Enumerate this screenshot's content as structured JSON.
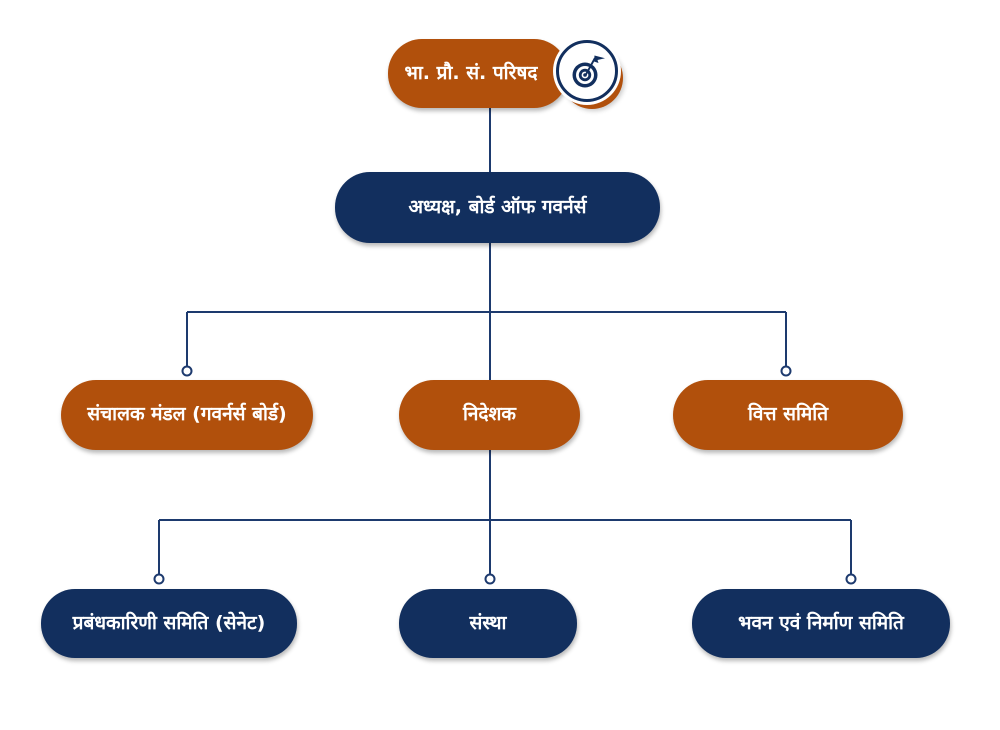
{
  "colors": {
    "orange": "#b1500c",
    "navy": "#122f5e",
    "connector_line": "#1d3a6e",
    "background": "#ffffff",
    "label_text": "#ffffff"
  },
  "icons": {
    "badge": "target-flag-icon"
  },
  "org_chart": {
    "type": "organization-chart",
    "root": {
      "label": "भा. प्रौ. सं. परिषद"
    },
    "level2": {
      "label": "अध्यक्ष, बोर्ड ऑफ गवर्नर्स"
    },
    "level3": [
      {
        "label": "संचालक मंडल (गवर्नर्स बोर्ड)"
      },
      {
        "label": "निदेशक"
      },
      {
        "label": "वित्त समिति"
      }
    ],
    "level4": [
      {
        "label": "प्रबंधकारिणी समिति (सेनेट)"
      },
      {
        "label": "संस्था"
      },
      {
        "label": "भवन एवं निर्माण समिति"
      }
    ]
  }
}
